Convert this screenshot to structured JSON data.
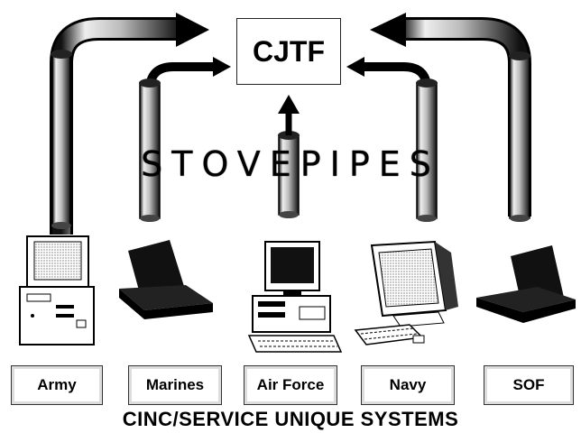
{
  "headquarters": {
    "label": "CJTF"
  },
  "center_label": "STOVEPIPES",
  "services": [
    {
      "name": "Army",
      "device": "desktop-computer"
    },
    {
      "name": "Marines",
      "device": "laptop"
    },
    {
      "name": "Air Force",
      "device": "desktop-computer"
    },
    {
      "name": "Navy",
      "device": "monitor-workstation"
    },
    {
      "name": "SOF",
      "device": "laptop"
    }
  ],
  "footer": "CINC/SERVICE UNIQUE SYSTEMS",
  "colors": {
    "stroke": "#000000",
    "pipe_fill": "#cfcfcf",
    "box_border": "#222222"
  }
}
